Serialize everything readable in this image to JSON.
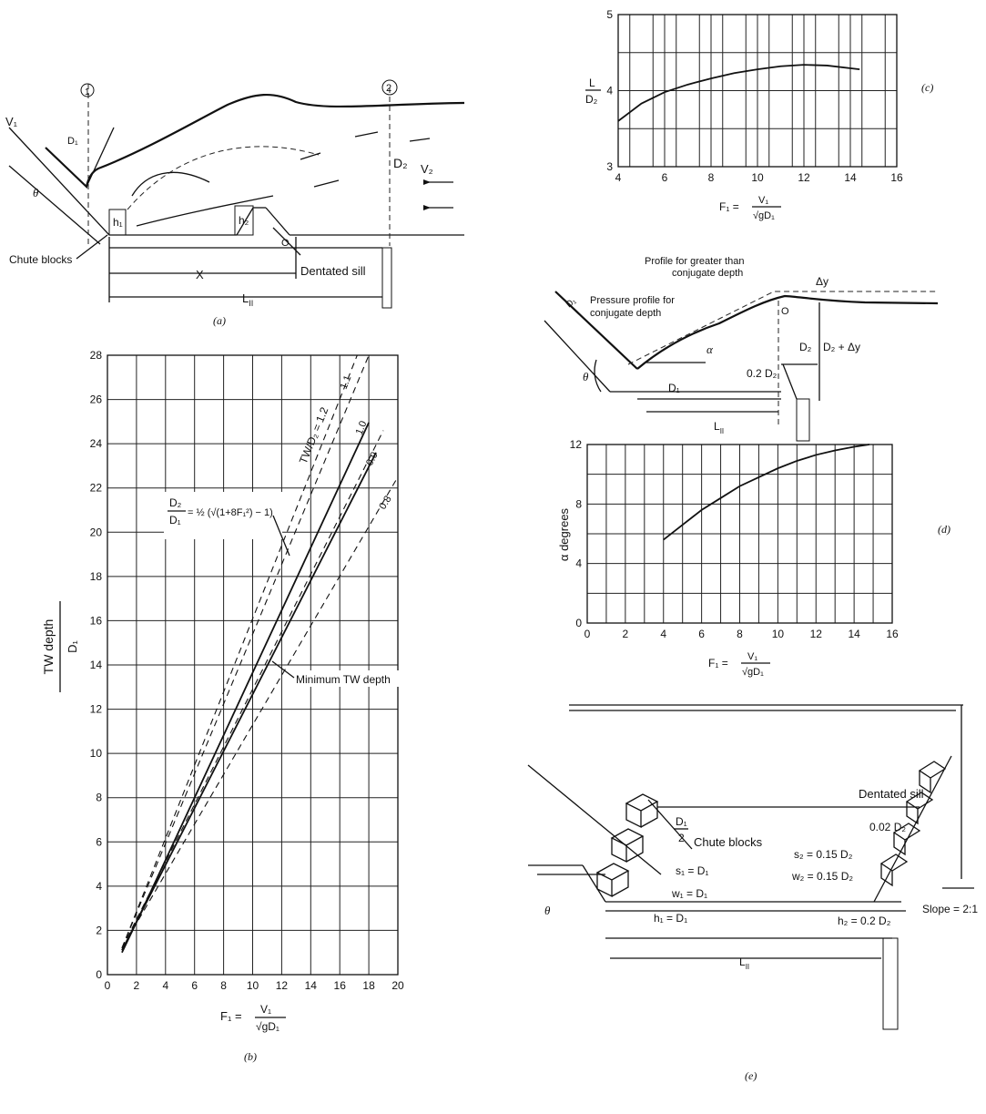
{
  "panel_a": {
    "caption": "(a)",
    "section_1": "1",
    "section_2": "2",
    "label_v1": "V₁",
    "label_d1": "D₁",
    "label_theta": "θ",
    "label_h1": "h₁",
    "label_h2": "h₂",
    "label_D2": "D₂",
    "label_V2": "V₂",
    "label_X": "X",
    "label_L": "L",
    "label_L_sub": "II",
    "label_o": "O",
    "chute_blocks": "Chute blocks",
    "dentated_sill": "Dentated sill"
  },
  "panel_b": {
    "caption": "(b)",
    "ylabel_num": "TW depth",
    "ylabel_den": "D₁",
    "x_label_F": "F₁ =",
    "x_label_num": "V₁",
    "x_label_den": "√gD₁",
    "equation_lhs_num": "D₂",
    "equation_lhs_den": "D₁",
    "equation_rhs": "= ½ (√(1+8F₁²) − 1)",
    "min_tw_label": "Minimum TW depth",
    "tw_ratio_label": "TW/D₂ = 1.2",
    "curve_labels": [
      "1.1",
      "1.0",
      "0.9",
      "0.8"
    ]
  },
  "panel_c": {
    "caption": "(c)",
    "ylabel_num": "L",
    "ylabel_den": "D₂",
    "x_label_F": "F₁ =",
    "x_label_num": "V₁",
    "x_label_den": "√gD₁"
  },
  "panel_d": {
    "caption": "(d)",
    "profile_greater": "Profile for greater than",
    "profile_greater_2": "conjugate depth",
    "pressure_profile": "Pressure profile for",
    "pressure_profile_2": "conjugate depth",
    "label_delta_y": "Δy",
    "label_D2": "D₂",
    "label_D2_dy": "D₂ + Δy",
    "label_02D2": "0.2 D₂",
    "label_D1": "D₁",
    "label_D1s": "D₁",
    "label_theta": "θ",
    "label_alpha": "α",
    "label_o": "O",
    "label_L": "L",
    "label_L_sub": "II",
    "ylabel": "α degrees",
    "x_label_F": "F₁ =",
    "x_label_num": "V₁",
    "x_label_den": "√gD₁"
  },
  "panel_e": {
    "caption": "(e)",
    "chute_blocks": "Chute blocks",
    "dentated_sill": "Dentated sill",
    "d1_half_num": "D₁",
    "d1_half_den": "2",
    "s1": "s₁ = D₁",
    "w1": "w₁ = D₁",
    "h1": "h₁ = D₁",
    "s2": "s₂ = 0.15 D₂",
    "w2": "w₂ = 0.15 D₂",
    "h2": "h₂ = 0.2 D₂",
    "top_dim": "0.02 D₂",
    "slope": "Slope = 2:1",
    "theta": "θ",
    "label_L": "L",
    "label_L_sub": "II"
  },
  "chart_data": [
    {
      "id": "b",
      "type": "line",
      "x_ticks": [
        "0",
        "2",
        "4",
        "6",
        "8",
        "10",
        "12",
        "14",
        "16",
        "18",
        "20"
      ],
      "y_ticks": [
        "0",
        "2",
        "4",
        "6",
        "8",
        "10",
        "12",
        "14",
        "16",
        "18",
        "20",
        "22",
        "24",
        "26",
        "28"
      ],
      "xlim": [
        0,
        20
      ],
      "ylim": [
        0,
        28
      ],
      "grid": true,
      "series": [
        {
          "name": "1.2",
          "style": "dashed",
          "x": [
            1,
            17.2
          ],
          "y": [
            1.2,
            28
          ]
        },
        {
          "name": "1.1",
          "style": "dashed",
          "x": [
            1,
            18
          ],
          "y": [
            1.2,
            28
          ]
        },
        {
          "name": "1.0",
          "style": "solid",
          "x": [
            1,
            2,
            4,
            6,
            8,
            10,
            12,
            14,
            16,
            18
          ],
          "y": [
            1.0,
            2.37,
            5.18,
            8.0,
            10.82,
            13.65,
            16.47,
            19.3,
            22.13,
            24.96
          ]
        },
        {
          "name": "0.9",
          "style": "dashed",
          "x": [
            1,
            19
          ],
          "y": [
            1.2,
            24.6
          ]
        },
        {
          "name": "0.8",
          "style": "dashed",
          "x": [
            1,
            20
          ],
          "y": [
            1.2,
            22.5
          ]
        },
        {
          "name": "Minimum TW depth",
          "style": "solid",
          "x": [
            1,
            18.5
          ],
          "y": [
            1.1,
            23.6
          ]
        }
      ]
    },
    {
      "id": "c",
      "type": "line",
      "x_ticks": [
        "4",
        "6",
        "8",
        "10",
        "12",
        "14",
        "16"
      ],
      "y_ticks": [
        "3",
        "4",
        "5"
      ],
      "xlim": [
        4,
        16
      ],
      "ylim": [
        3,
        5
      ],
      "grid": true,
      "series": [
        {
          "x": [
            4,
            5,
            6,
            7,
            8,
            9,
            10,
            11,
            12,
            13,
            14.4
          ],
          "y": [
            3.6,
            3.83,
            3.98,
            4.08,
            4.16,
            4.23,
            4.28,
            4.32,
            4.34,
            4.33,
            4.28
          ]
        }
      ]
    },
    {
      "id": "d",
      "type": "line",
      "x_ticks": [
        "0",
        "2",
        "4",
        "6",
        "8",
        "10",
        "12",
        "14",
        "16"
      ],
      "y_ticks": [
        "0",
        "4",
        "8",
        "12"
      ],
      "xlim": [
        0,
        16
      ],
      "ylim": [
        0,
        12
      ],
      "grid": true,
      "series": [
        {
          "x": [
            4,
            5,
            6,
            7,
            8,
            9,
            10,
            11,
            12,
            13,
            14,
            14.8
          ],
          "y": [
            5.6,
            6.6,
            7.6,
            8.4,
            9.2,
            9.8,
            10.4,
            10.9,
            11.3,
            11.6,
            11.85,
            12
          ]
        }
      ]
    }
  ]
}
